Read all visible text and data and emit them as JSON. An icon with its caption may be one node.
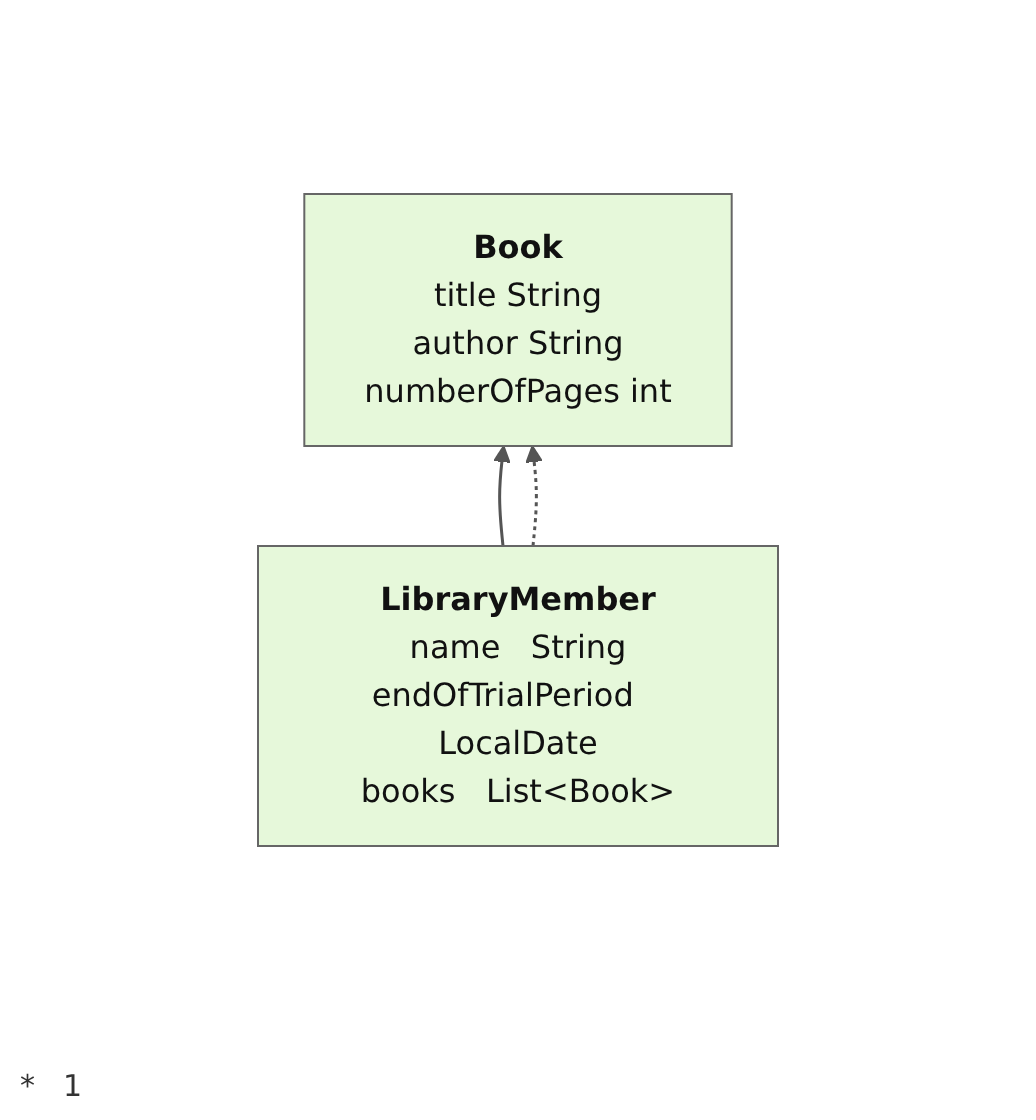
{
  "diagram": {
    "nodes": [
      {
        "text": [
          "Book",
          "title",
          "String",
          "author",
          "String",
          "numberOfPages",
          "int"
        ]
      },
      {
        "text": [
          "LibraryMember",
          "name",
          "String",
          "endOfTrialPeriod",
          "LocalDate",
          "books",
          "List<Book>"
        ]
      }
    ],
    "edges": [
      {
        "from": 1,
        "to": 0,
        "arrow": "to"
      },
      {
        "from": 1,
        "to": 0,
        "arrow": "to",
        "style": "dashed"
      }
    ],
    "labels": [
      "*",
      "1"
    ]
  }
}
